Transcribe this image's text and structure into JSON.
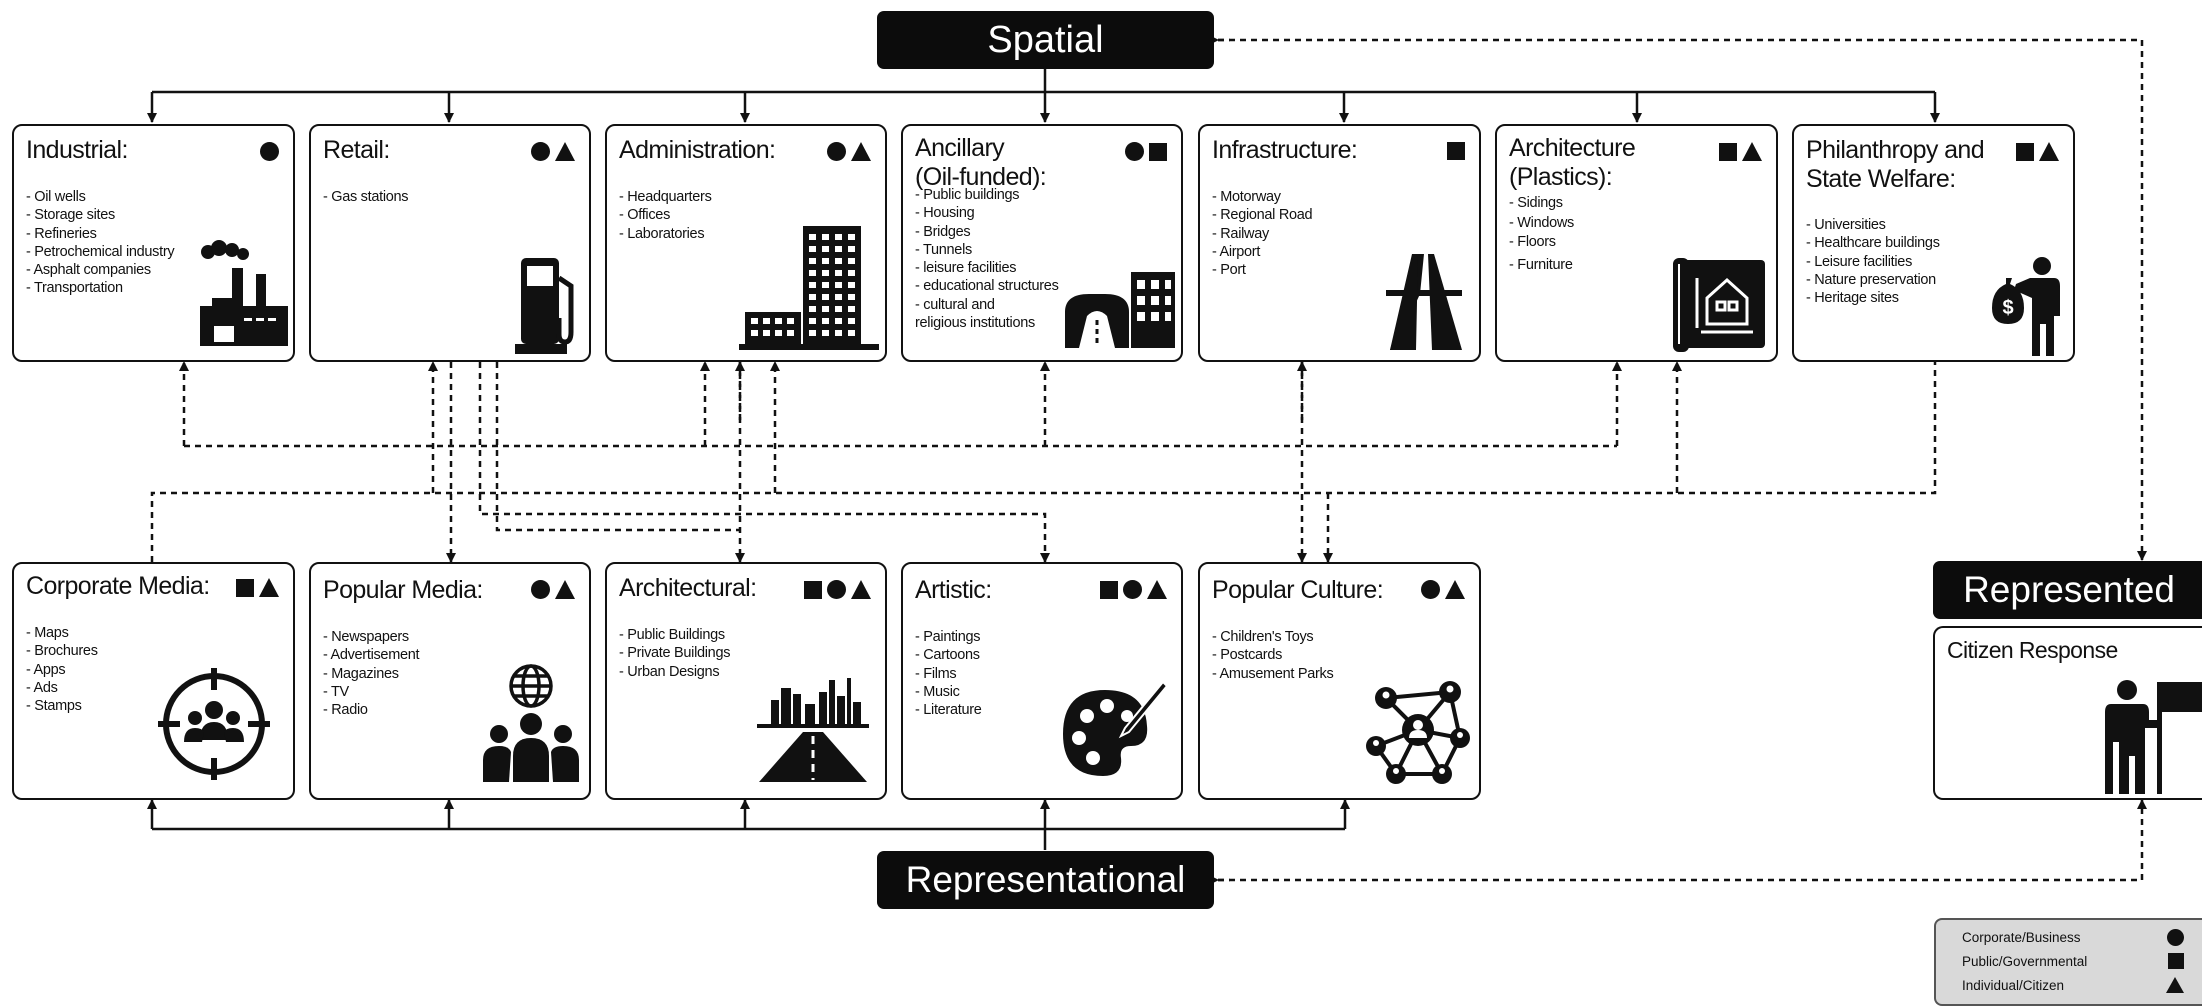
{
  "banners": {
    "spatial": "Spatial",
    "representational": "Representational",
    "represented": "Represented"
  },
  "spatial_boxes": [
    {
      "title": "Industrial:",
      "markers": [
        "circle"
      ],
      "icon": "factory-icon",
      "items": [
        "- Oil wells",
        "- Storage sites",
        "- Refineries",
        "- Petrochemical industry",
        "- Asphalt companies",
        "- Transportation"
      ]
    },
    {
      "title": "Retail:",
      "markers": [
        "circle",
        "triangle"
      ],
      "icon": "fuel-pump-icon",
      "items": [
        "- Gas stations"
      ]
    },
    {
      "title": "Administration:",
      "markers": [
        "circle",
        "triangle"
      ],
      "icon": "office-buildings-icon",
      "items": [
        "- Headquarters",
        "- Offices",
        "- Laboratories"
      ]
    },
    {
      "title": "Ancillary\n(Oil-funded):",
      "markers": [
        "circle",
        "square"
      ],
      "icon": "tunnel-building-icon",
      "items": [
        "- Public buildings",
        "- Housing",
        "- Bridges",
        "- Tunnels",
        "- leisure facilities",
        "- educational structures",
        "- cultural and\nreligious institutions"
      ]
    },
    {
      "title": "Infrastructure:",
      "markers": [
        "square"
      ],
      "icon": "road-icon",
      "items": [
        "- Motorway",
        "- Regional Road",
        "- Railway",
        "- Airport",
        "- Port"
      ]
    },
    {
      "title": "Architecture\n(Plastics):",
      "markers": [
        "square",
        "triangle"
      ],
      "icon": "house-blueprint-icon",
      "items": [
        "- Sidings",
        "- Windows",
        "- Floors",
        "- Furniture"
      ]
    },
    {
      "title": "Philanthropy and\nState Welfare:",
      "markers": [
        "square",
        "triangle"
      ],
      "icon": "donor-money-bag-icon",
      "items": [
        "- Universities",
        "- Healthcare buildings",
        "- Leisure facilities",
        "- Nature preservation",
        "- Heritage sites"
      ]
    }
  ],
  "representational_boxes": [
    {
      "title": "Corporate Media:",
      "markers": [
        "square",
        "triangle"
      ],
      "icon": "target-audience-icon",
      "items": [
        "- Maps",
        "- Brochures",
        "- Apps",
        "- Ads",
        "- Stamps"
      ]
    },
    {
      "title": "Popular Media:",
      "markers": [
        "circle",
        "triangle"
      ],
      "icon": "global-people-icon",
      "items": [
        "- Newspapers",
        "- Advertisement",
        "- Magazines",
        "- TV",
        "- Radio"
      ]
    },
    {
      "title": "Architectural:",
      "markers": [
        "square",
        "circle",
        "triangle"
      ],
      "icon": "city-skyline-road-icon",
      "items": [
        "- Public Buildings",
        "- Private Buildings",
        "- Urban Designs"
      ]
    },
    {
      "title": "Artistic:",
      "markers": [
        "square",
        "circle",
        "triangle"
      ],
      "icon": "paint-palette-icon",
      "items": [
        "- Paintings",
        "- Cartoons",
        "- Films",
        "- Music",
        "- Literature"
      ]
    },
    {
      "title": "Popular Culture:",
      "markers": [
        "circle",
        "triangle"
      ],
      "icon": "people-network-icon",
      "items": [
        "- Children's Toys",
        "- Postcards",
        "- Amusement Parks"
      ]
    }
  ],
  "citizen_box": {
    "title": "Citizen Response",
    "icon": "person-flag-icon"
  },
  "legend": [
    {
      "label": "Corporate/Business",
      "marker": "circle"
    },
    {
      "label": "Public/Governmental",
      "marker": "square"
    },
    {
      "label": "Individual/Citizen",
      "marker": "triangle"
    }
  ]
}
